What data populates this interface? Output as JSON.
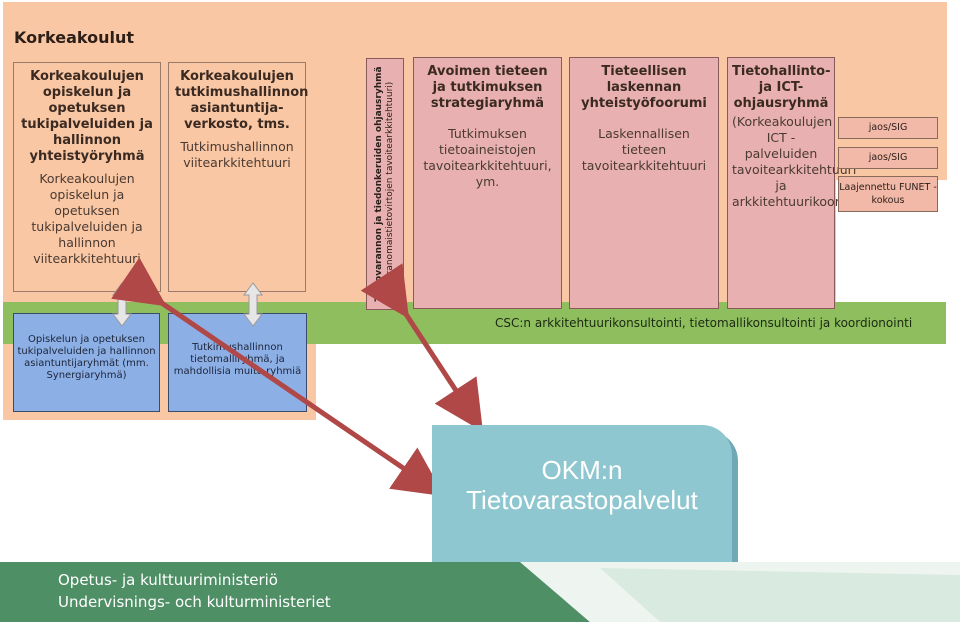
{
  "title": "Korkeakoulut",
  "boxes": {
    "b1": {
      "bold": "Korkeakoulujen opiskelun ja opetuksen tukipalveluiden ja hallinnon yhteistyöryhmä",
      "normal": "Korkeakoulujen opiskelun ja opetuksen tukipalveluiden ja hallinnon viitearkkitehtuuri"
    },
    "b2": {
      "bold": "Korkeakoulujen tutkimushallinnon asiantuntija-verkosto, tms.",
      "normal": "Tutkimushallinnon viitearkkitehtuuri"
    },
    "vertical": {
      "line1": "Tietovarannon ja tiedonkeruiden ohjausryhmä",
      "line2": "(Viranomaistietovirtojen tavoitearkkitehtuuri)"
    },
    "p1": {
      "bold": "Avoimen tieteen ja tutkimuksen strategiaryhmä",
      "normal": "Tutkimuksen tietoaineistojen tavoitearkkitehtuuri, ym."
    },
    "p2": {
      "bold": "Tieteellisen laskennan yhteistyöfoorumi",
      "normal": "Laskennallisen tieteen tavoitearkkitehtuuri"
    },
    "p3": {
      "bold": "Tietohallinto-ja ICT-ohjausryhmä",
      "normal": "(Korkeakoulujen ICT - palveluiden tavoitearkkitehtuuri ja arkkitehtuurikoordinaatio)"
    }
  },
  "small": {
    "s1": "jaos/SIG",
    "s2": "jaos/SIG",
    "s3": "Laajennettu FUNET -kokous"
  },
  "csc": "CSC:n arkkitehtuurikonsultointi, tietomallikonsultointi ja koordionointi",
  "blue": {
    "bl1": "Opiskelun ja opetuksen tukipalveluiden ja hallinnon asiantuntijaryhmät (mm. Synergiaryhmä)",
    "bl2": "Tutkimushallinnon tietomalliryhmä, ja mahdollisia muita ryhmiä"
  },
  "okm": {
    "line1": "OKM:n",
    "line2": "Tietovarastopalvelut"
  },
  "footer": {
    "fi": "Opetus- ja kulttuuriministeriö",
    "sv": "Undervisnings- och kulturministeriet"
  },
  "colors": {
    "orange": "#f9c7a3",
    "green": "#8fbe5f",
    "pink": "#e8b0b0",
    "blue": "#8cb0e6",
    "okm": "#8fc7d0",
    "arrow": "#b04848",
    "footer_green": "#4f8f66"
  }
}
